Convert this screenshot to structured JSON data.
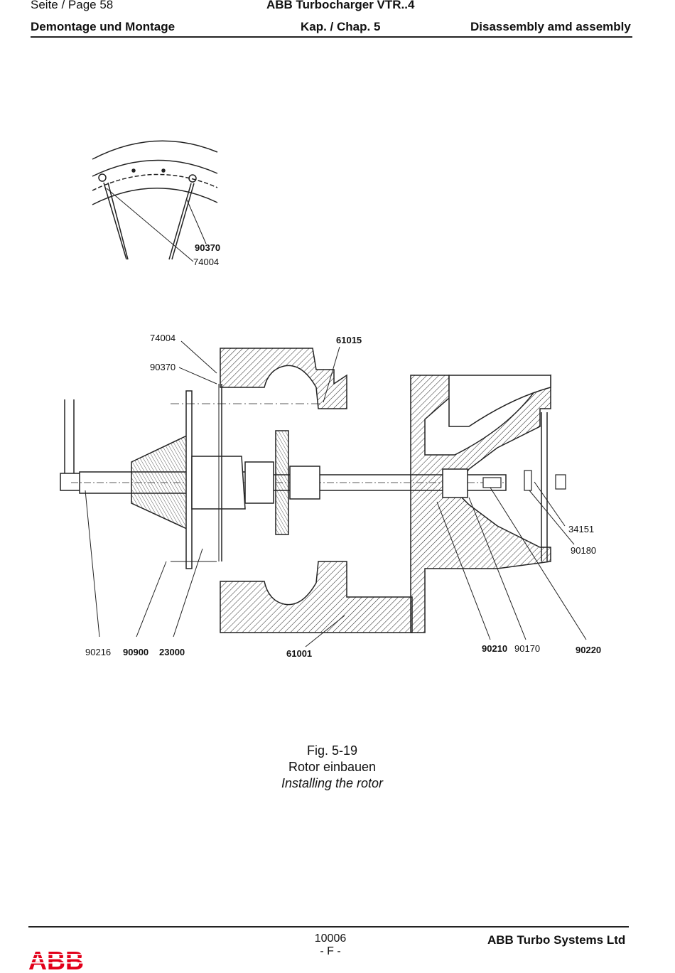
{
  "header": {
    "page_label": "Seite / Page  58",
    "doc_title": "ABB Turbocharger VTR..4",
    "section_de": "Demontage und Montage",
    "chapter": "Kap. / Chap. 5",
    "section_en": "Disassembly amd assembly"
  },
  "detail_view": {
    "callouts": [
      "90370",
      "74004"
    ]
  },
  "main_view": {
    "callouts": {
      "c74004": "74004",
      "c90370": "90370",
      "c61015": "61015",
      "c34151": "34151",
      "c90180": "90180",
      "c90216": "90216",
      "c90900": "90900",
      "c23000": "23000",
      "c61001": "61001",
      "c90210": "90210",
      "c90170": "90170",
      "c90220": "90220"
    }
  },
  "caption": {
    "fig": "Fig. 5-19",
    "title_de": "Rotor einbauen",
    "title_en": "Installing the rotor"
  },
  "footer": {
    "doc_number": "10006",
    "revision": "- F -",
    "company": "ABB Turbo Systems Ltd",
    "logo_text": "ABB",
    "logo_color": "#e2001a"
  }
}
